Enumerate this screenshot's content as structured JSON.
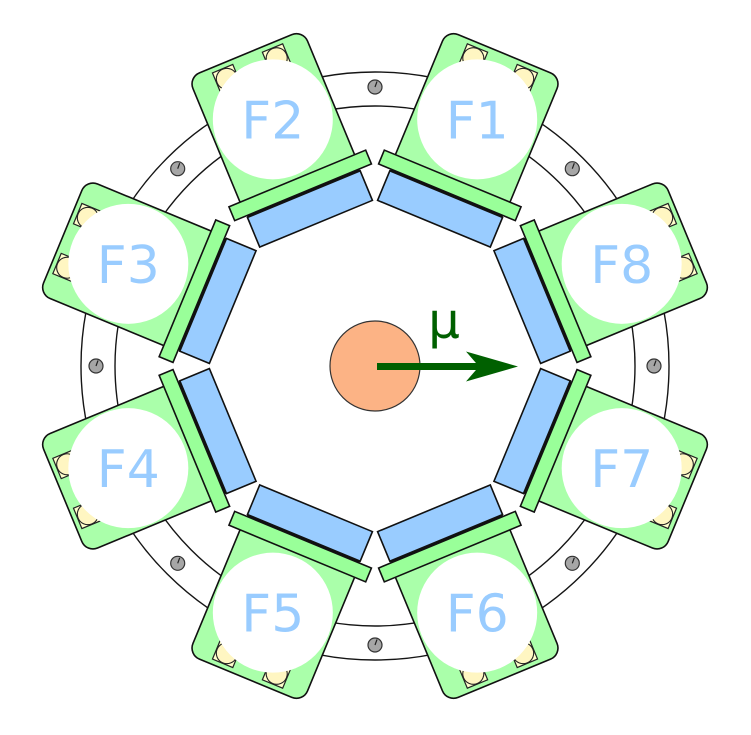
{
  "diagram": {
    "modules": [
      {
        "label": "F1"
      },
      {
        "label": "F2"
      },
      {
        "label": "F3"
      },
      {
        "label": "F4"
      },
      {
        "label": "F5"
      },
      {
        "label": "F6"
      },
      {
        "label": "F7"
      },
      {
        "label": "F8"
      }
    ],
    "beam": {
      "label": "μ"
    },
    "ring": {
      "screw_count": 8
    },
    "pmts_per_module": 2
  },
  "colors": {
    "housing": "#aaffaa",
    "plate": "#99ff99",
    "crystal": "#99ccff",
    "label": "#99ccff",
    "label_disc": "#ffffff",
    "pmt_housing": "#ffffcc",
    "pmt_window": "#fff6c2",
    "screw": "#a6a6a6",
    "target": "#fcb385",
    "beam": "#006000",
    "outline": "#111111"
  }
}
